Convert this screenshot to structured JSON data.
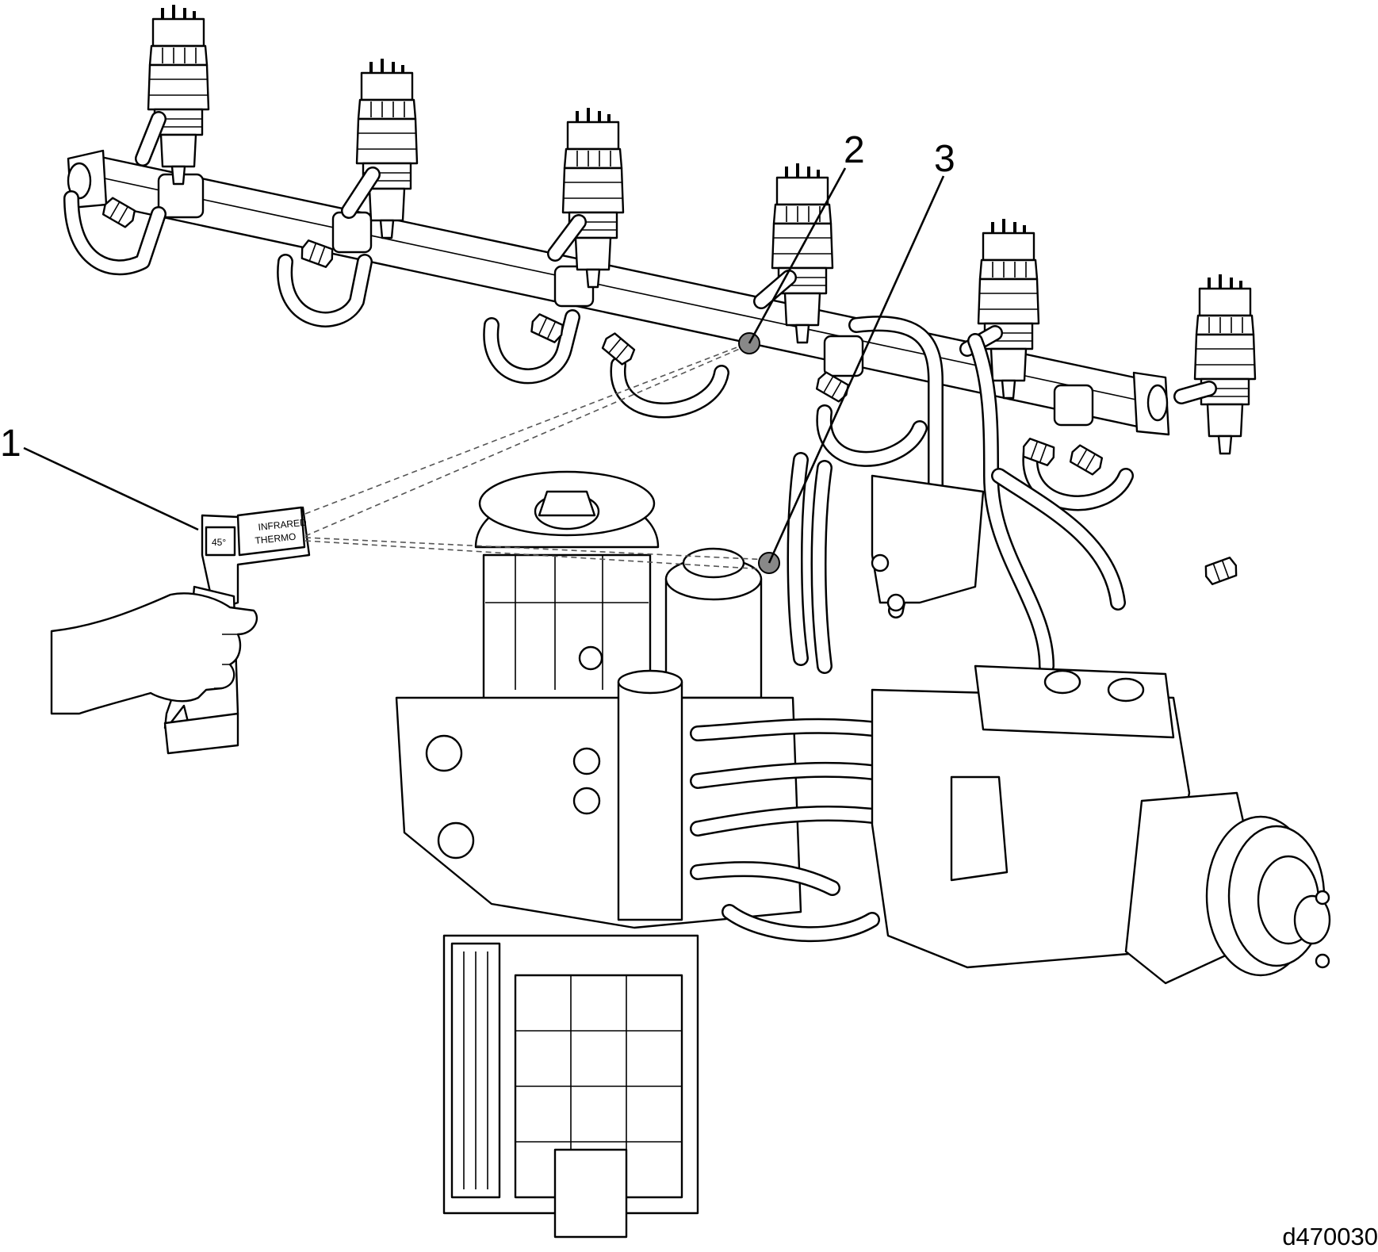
{
  "callouts": [
    {
      "id": "callout-1",
      "text": "1"
    },
    {
      "id": "callout-2",
      "text": "2"
    },
    {
      "id": "callout-3",
      "text": "3"
    }
  ],
  "thermometer": {
    "display": "45°",
    "label_line1": "INFRARED",
    "label_line2": "THERMO"
  },
  "figure_id": "d470030"
}
